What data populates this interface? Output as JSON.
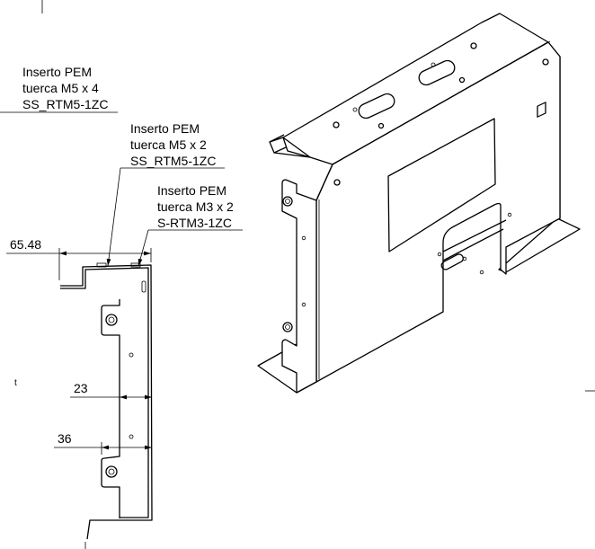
{
  "callouts": [
    {
      "lines": [
        "Inserto PEM",
        "tuerca M5 x 4",
        "SS_RTM5-1ZC"
      ]
    },
    {
      "lines": [
        "Inserto PEM",
        "tuerca M5 x 2",
        "SS_RTM5-1ZC"
      ]
    },
    {
      "lines": [
        "Inserto PEM",
        "tuerca M3 x 2",
        "S-RTM3-1ZC"
      ]
    }
  ],
  "dimensions": {
    "width_top": "65.48",
    "dim_upper": "23",
    "dim_lower": "36"
  },
  "marker": "t"
}
